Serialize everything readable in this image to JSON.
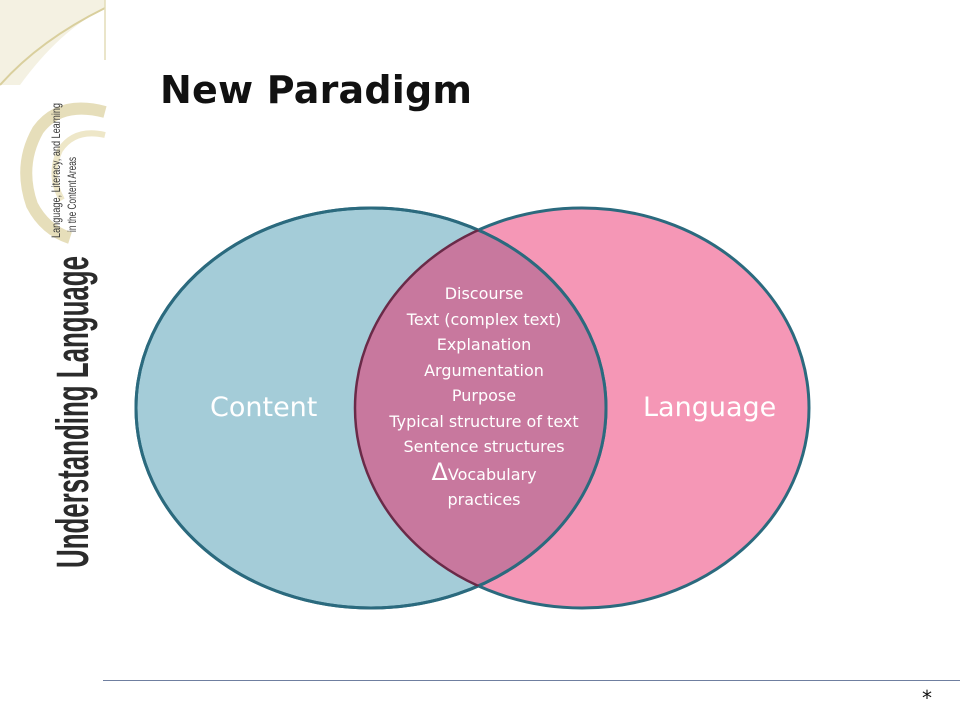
{
  "slide": {
    "title": "New Paradigm",
    "marker": "*"
  },
  "logo": {
    "main_text": "Understanding Language",
    "sub_text": "Language, Literacy, and Learning in the Content Areas"
  },
  "venn": {
    "left_label": "Content",
    "right_label": "Language",
    "overlap_items": [
      "Discourse",
      "Text (complex text)",
      "Explanation",
      "Argumentation",
      "Purpose",
      "Typical structure of text",
      "Sentence structures"
    ],
    "delta_symbol": "Δ",
    "delta_item": "Vocabulary",
    "last_item": "practices",
    "colors": {
      "left_fill": "#a4ccd8",
      "right_fill": "#f597b6",
      "overlap_fill": "#c8789e",
      "outline": "#2b6a7e"
    }
  }
}
